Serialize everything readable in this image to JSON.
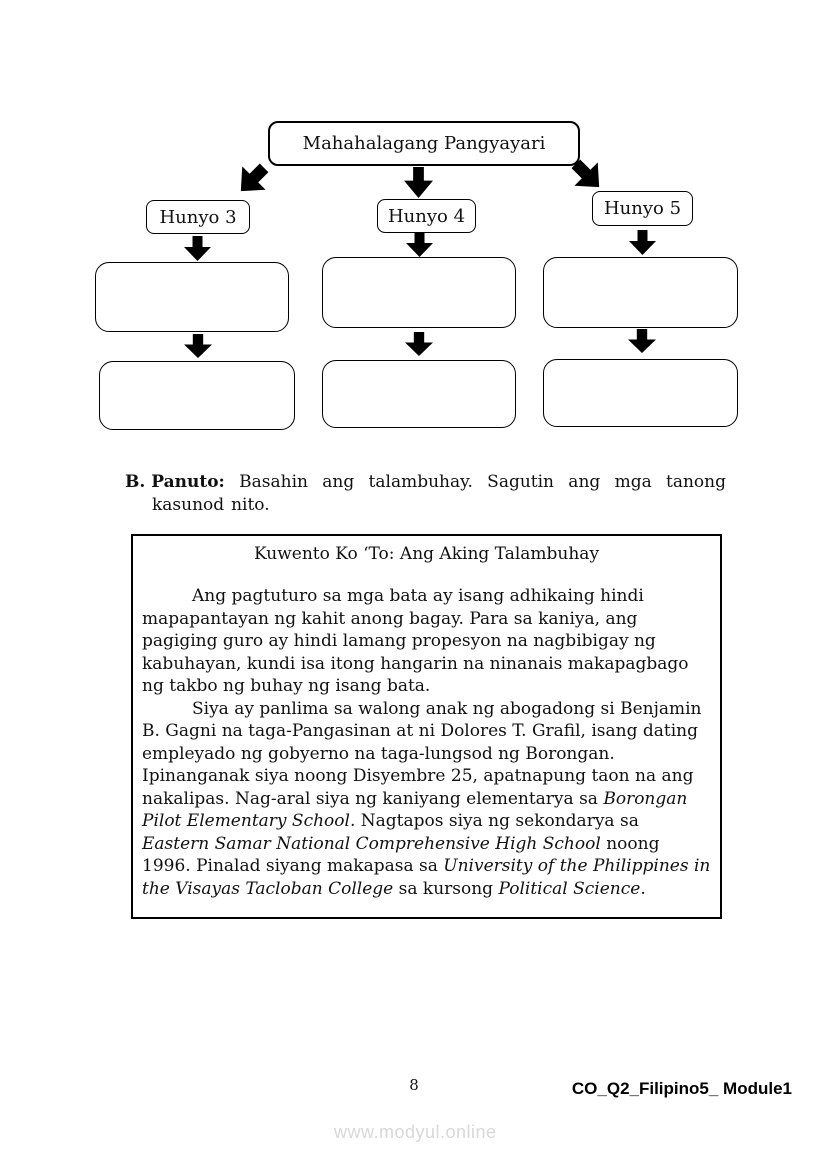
{
  "diagram": {
    "title": "Mahahalagang Pangyayari",
    "columns": [
      {
        "label": "Hunyo 3"
      },
      {
        "label": "Hunyo 4"
      },
      {
        "label": "Hunyo 5"
      }
    ]
  },
  "panuto": {
    "letter": "B.",
    "heading": "Panuto:",
    "text": "Basahin ang talambuhay. Sagutin ang mga tanong kasunod nito."
  },
  "story": {
    "title": "Kuwento Ko ‘To: Ang Aking Talambuhay",
    "paragraph1": "Ang pagtuturo sa mga bata ay isang adhikaing hindi mapapantayan ng kahit anong bagay. Para sa kaniya, ang pagiging guro ay hindi lamang propesyon na nagbibigay ng kabuhayan, kundi isa itong hangarin na ninanais makapagbago ng takbo ng buhay ng isang bata.",
    "paragraph2_segments": [
      {
        "text": "Siya ay panlima sa walong anak ng abogadong si Benjamin B. Gagni na taga-Pangasinan at ni Dolores T. Grafil, isang dating empleyado ng gobyerno na taga-lungsod ng Borongan. Ipinanganak siya noong Disyembre 25, apatnapung taon na ang nakalipas. Nag-aral siya ng kaniyang elementarya sa ",
        "italic": false
      },
      {
        "text": "Borongan Pilot Elementary School.",
        "italic": true
      },
      {
        "text": " Nagtapos siya ng sekondarya sa ",
        "italic": false
      },
      {
        "text": "Eastern Samar National Comprehensive High School",
        "italic": true
      },
      {
        "text": " noong 1996. Pinalad siyang makapasa sa ",
        "italic": false
      },
      {
        "text": "University of the Philippines in the Visayas Tacloban College",
        "italic": true
      },
      {
        "text": " sa kursong ",
        "italic": false
      },
      {
        "text": "Political Science",
        "italic": true
      },
      {
        "text": ".",
        "italic": false
      }
    ]
  },
  "footer": {
    "page_number": "8",
    "module_code": "CO_Q2_Filipino5_ Module1",
    "watermark": "www.modyul.online"
  },
  "colors": {
    "text": "#111111",
    "border": "#000000",
    "watermark_gray": "#d8d8d8"
  }
}
